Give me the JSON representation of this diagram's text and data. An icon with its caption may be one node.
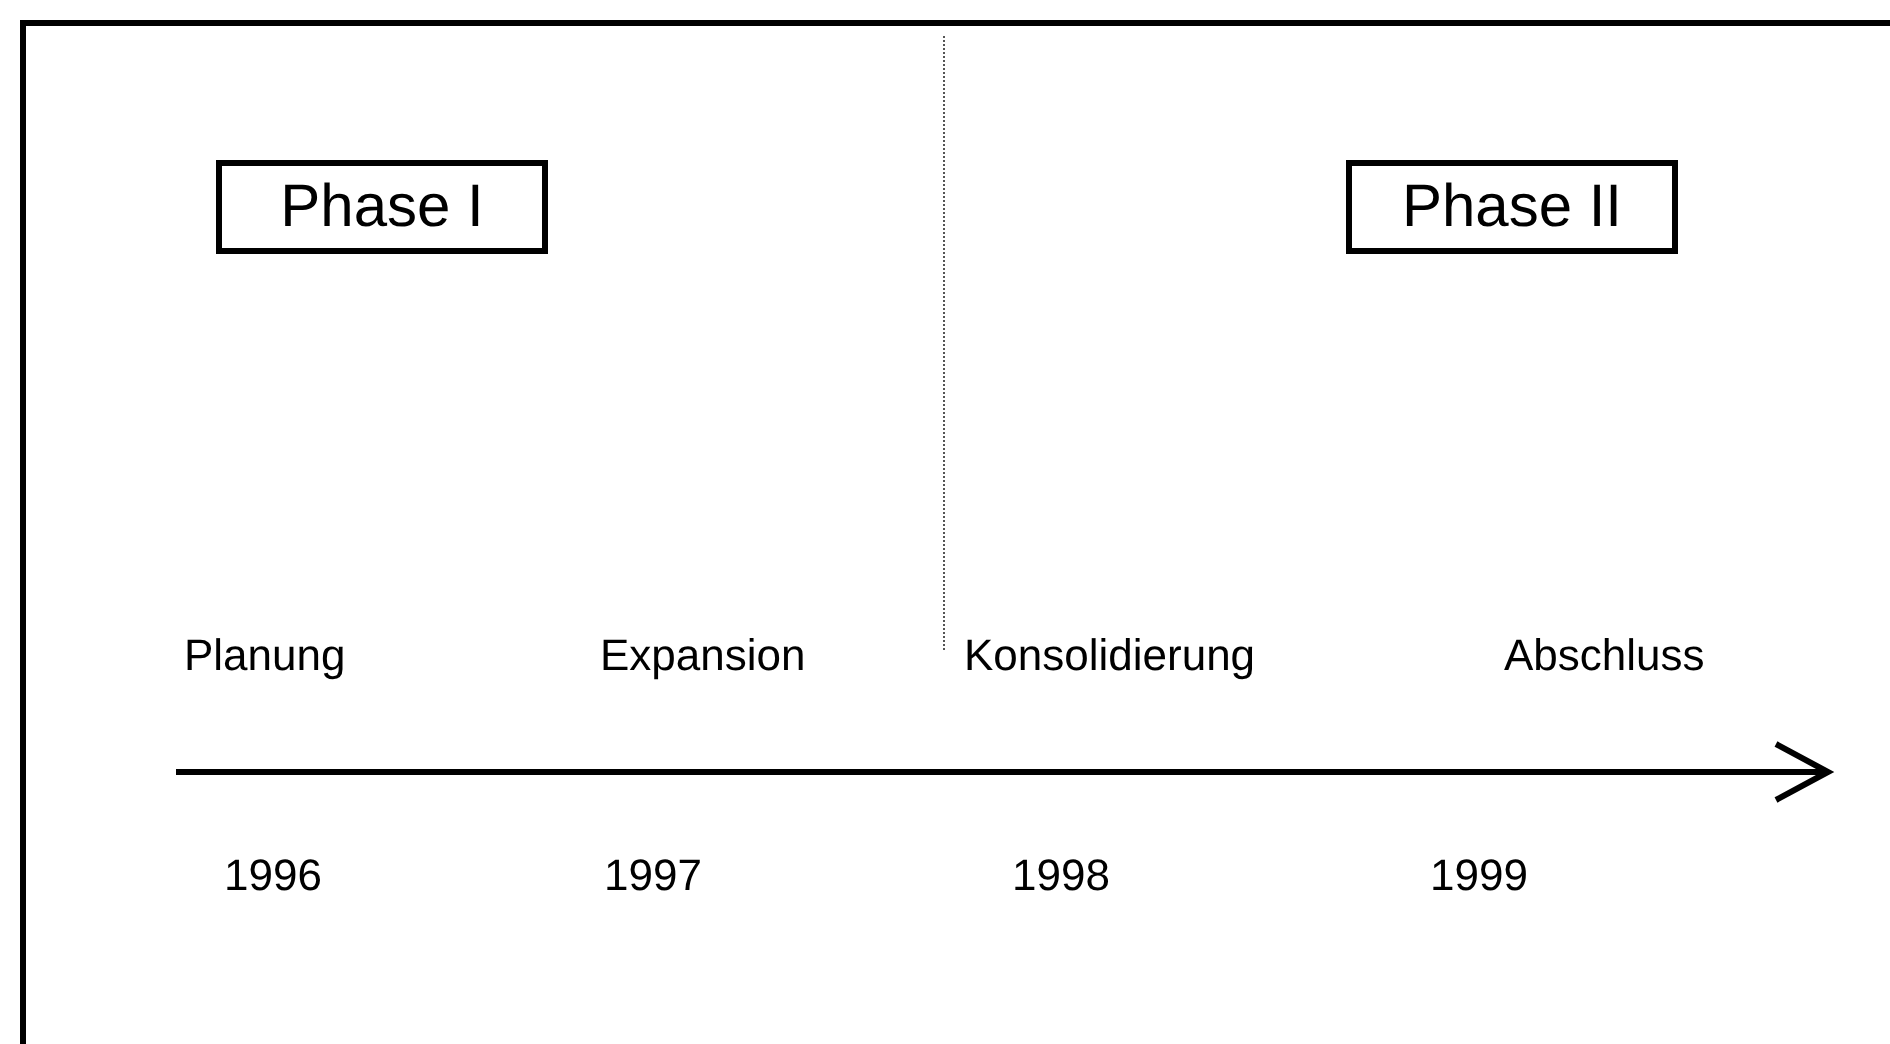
{
  "diagram": {
    "nodes": [
      {
        "text": [
          "Phase I"
        ]
      },
      {
        "text": [
          "Phase II"
        ]
      }
    ],
    "labels": [
      "Planung",
      "Expansion",
      "Konsolidierung",
      "Abschluss",
      "1996",
      "1997",
      "1998",
      "1999"
    ]
  }
}
